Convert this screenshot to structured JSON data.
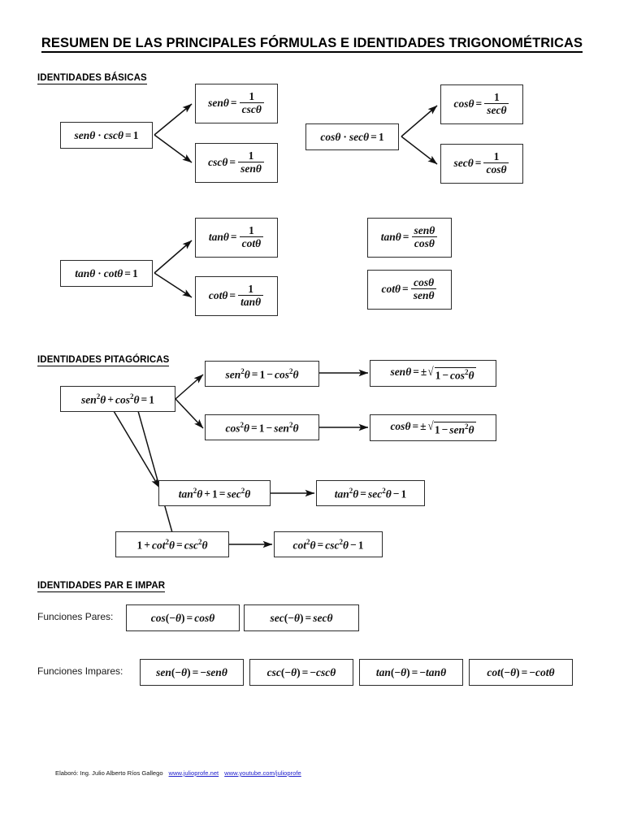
{
  "document": {
    "title": "RESUMEN DE LAS PRINCIPALES FÓRMULAS E IDENTIDADES TRIGONOMÉTRICAS"
  },
  "sections": {
    "basicas": {
      "heading": "IDENTIDADES BÁSICAS"
    },
    "pitagoricas": {
      "heading": "IDENTIDADES PITAGÓRICAS"
    },
    "par_impar": {
      "heading": "IDENTIDADES PAR E IMPAR",
      "label_pares": "Funciones Pares:",
      "label_impares": "Funciones Impares:"
    }
  },
  "basicas": {
    "group1": {
      "source": "senθ · cscθ = 1",
      "result_top": "senθ = 1 / cscθ",
      "result_bottom": "cscθ = 1 / senθ"
    },
    "group2": {
      "source": "cosθ · secθ = 1",
      "result_top": "cosθ = 1 / secθ",
      "result_bottom": "secθ = 1 / cosθ"
    },
    "group3": {
      "source": "tanθ · cotθ = 1",
      "result_top": "tanθ = 1 / cotθ",
      "result_bottom": "cotθ = 1 / tanθ"
    },
    "quotient": {
      "tan": "tanθ = senθ / cosθ",
      "cot": "cotθ = cosθ / senθ"
    }
  },
  "pitagoricas": {
    "source": "sen²θ + cos²θ = 1",
    "branch_sen": "sen²θ = 1 − cos²θ",
    "branch_cos": "cos²θ = 1 − sen²θ",
    "root_sen": "senθ = ±√(1 − cos²θ)",
    "root_cos": "cosθ = ±√(1 − sen²θ)",
    "branch_tan": "tan²θ + 1 = sec²θ",
    "result_tan": "tan²θ = sec²θ − 1",
    "branch_cot": "1 + cot²θ = csc²θ",
    "result_cot": "cot²θ = csc²θ − 1"
  },
  "par_impar": {
    "pares": [
      "cos(−θ) = cosθ",
      "sec(−θ) = secθ"
    ],
    "impares": [
      "sen(−θ) = −senθ",
      "csc(−θ) = −cscθ",
      "tan(−θ) = −tanθ",
      "cot(−θ) = −cotθ"
    ]
  },
  "footer": {
    "author": "Elaboró: Ing. Julio Alberto Ríos Gallego",
    "link_site": "www.julioprofe.net",
    "link_youtube": "www.youtube.com/julioprofe",
    "link_color": "#2222cc"
  },
  "colors": {
    "box_border": "#2b2b2b",
    "arrow": "#111111",
    "text": "#000000",
    "background": "#ffffff"
  }
}
